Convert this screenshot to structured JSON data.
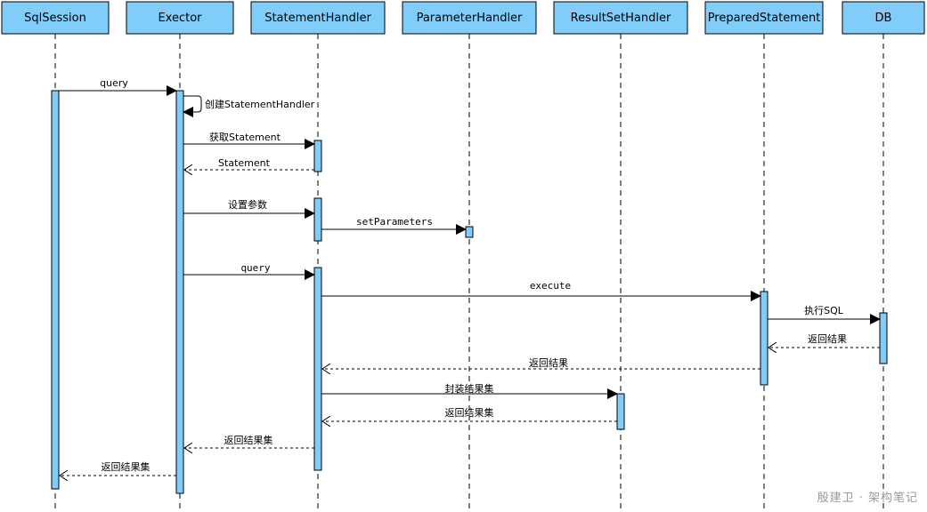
{
  "colors": {
    "fill": "#7fcdf8",
    "stroke": "#000000",
    "fill_light": "#99d9ff"
  },
  "actors": [
    {
      "id": "sqlsession",
      "label": "SqlSession"
    },
    {
      "id": "exector",
      "label": "Exector"
    },
    {
      "id": "statementhandler",
      "label": "StatementHandler"
    },
    {
      "id": "parameterhandler",
      "label": "ParameterHandler"
    },
    {
      "id": "resultsethandler",
      "label": "ResultSetHandler"
    },
    {
      "id": "preparedstatement",
      "label": "PreparedStatement"
    },
    {
      "id": "db",
      "label": "DB"
    }
  ],
  "messages": [
    {
      "id": "m1",
      "label": "query",
      "from": "sqlsession",
      "to": "exector",
      "kind": "call"
    },
    {
      "id": "m2",
      "label": "创建StatementHandler",
      "from": "exector",
      "to": "exector",
      "kind": "self"
    },
    {
      "id": "m3",
      "label": "获取Statement",
      "from": "exector",
      "to": "statementhandler",
      "kind": "call"
    },
    {
      "id": "m4",
      "label": "Statement",
      "from": "statementhandler",
      "to": "exector",
      "kind": "return"
    },
    {
      "id": "m5",
      "label": "设置参数",
      "from": "exector",
      "to": "statementhandler",
      "kind": "call"
    },
    {
      "id": "m6",
      "label": "setParameters",
      "from": "statementhandler",
      "to": "parameterhandler",
      "kind": "call",
      "mono": true
    },
    {
      "id": "m7",
      "label": "query",
      "from": "exector",
      "to": "statementhandler",
      "kind": "call",
      "mono": true
    },
    {
      "id": "m8",
      "label": "execute",
      "from": "statementhandler",
      "to": "preparedstatement",
      "kind": "call",
      "mono": true
    },
    {
      "id": "m9",
      "label": "执行SQL",
      "from": "preparedstatement",
      "to": "db",
      "kind": "call"
    },
    {
      "id": "m10",
      "label": "返回结果",
      "from": "db",
      "to": "preparedstatement",
      "kind": "return"
    },
    {
      "id": "m11",
      "label": "返回结果",
      "from": "preparedstatement",
      "to": "statementhandler",
      "kind": "return"
    },
    {
      "id": "m12",
      "label": "封装结果集",
      "from": "statementhandler",
      "to": "resultsethandler",
      "kind": "call"
    },
    {
      "id": "m13",
      "label": "返回结果集",
      "from": "resultsethandler",
      "to": "statementhandler",
      "kind": "return"
    },
    {
      "id": "m14",
      "label": "返回结果集",
      "from": "statementhandler",
      "to": "exector",
      "kind": "return"
    },
    {
      "id": "m15",
      "label": "返回结果集",
      "from": "exector",
      "to": "sqlsession",
      "kind": "return"
    }
  ],
  "watermark": "殷建卫 · 架构笔记"
}
